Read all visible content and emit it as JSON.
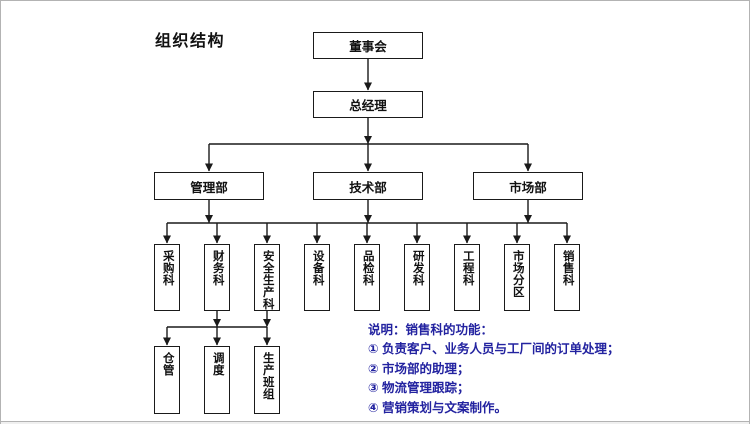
{
  "title": "组织结构",
  "colors": {
    "line": "#1a1a1a",
    "note": "#2323a0",
    "frame": "#b3b3b3"
  },
  "nodes": {
    "board": "董事会",
    "gm": "总经理",
    "depts": [
      "管理部",
      "技术部",
      "市场部"
    ],
    "sections": [
      "采购科",
      "财务科",
      "安全生产科",
      "设备科",
      "品检科",
      "研发科",
      "工程科",
      "市场分区",
      "销售科"
    ],
    "teams": [
      "仓管",
      "调度",
      "生产班组"
    ]
  },
  "note": {
    "lines": [
      "说明：销售科的功能：",
      "① 负责客户、业务人员与工厂间的订单处理；",
      "② 市场部的助理；",
      "③ 物流管理跟踪；",
      "④ 营销策划与文案制作。"
    ]
  }
}
